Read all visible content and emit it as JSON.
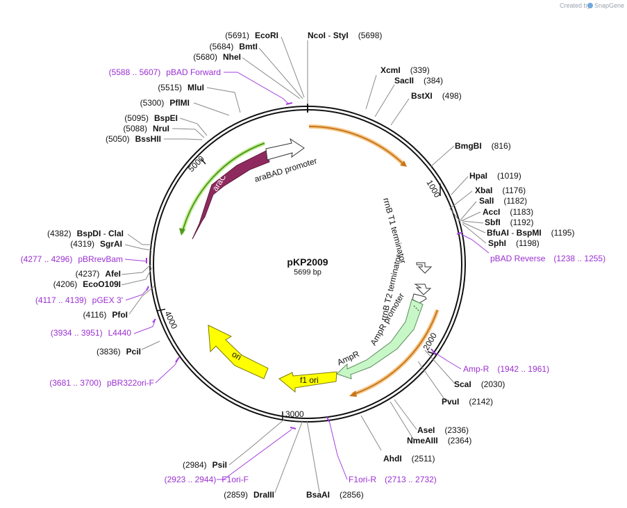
{
  "credit": {
    "created_by": "Created by",
    "app": "SnapGene"
  },
  "plasmid": {
    "name": "pKP2009",
    "length": "5699 bp"
  },
  "ticks": [
    "1000",
    "2000",
    "3000",
    "4000",
    "5000"
  ],
  "features": [
    {
      "key": "arac",
      "label": "araC",
      "color": "#8f2a5e"
    },
    {
      "key": "arabad",
      "label": "araBAD promoter",
      "color": "#ffffff"
    },
    {
      "key": "t1",
      "label": "rrnB T1 terminator",
      "color": "#ffffff"
    },
    {
      "key": "t2",
      "label": "rrnB T2 terminator",
      "color": "#ffffff"
    },
    {
      "key": "amppro",
      "label": "AmpR promoter",
      "color": "#c7f7c7"
    },
    {
      "key": "ampr",
      "label": "AmpR",
      "color": "#c7f7c7"
    },
    {
      "key": "f1",
      "label": "f1 ori",
      "color": "#ffff00"
    },
    {
      "key": "ori",
      "label": "ori",
      "color": "#ffff00"
    }
  ],
  "sites": [
    {
      "key": "ncoi",
      "name": "NcoI",
      "name2": "StyI",
      "pos": "(5698)"
    },
    {
      "key": "ecori",
      "name": "EcoRI",
      "pos": "(5691)"
    },
    {
      "key": "bmti",
      "name": "BmtI",
      "pos": "(5684)"
    },
    {
      "key": "nhei",
      "name": "NheI",
      "pos": "(5680)"
    },
    {
      "key": "mlui",
      "name": "MluI",
      "pos": "(5515)"
    },
    {
      "key": "pflmi",
      "name": "PflMI",
      "pos": "(5300)"
    },
    {
      "key": "bspei",
      "name": "BspEI",
      "pos": "(5095)"
    },
    {
      "key": "nrui",
      "name": "NruI",
      "pos": "(5088)"
    },
    {
      "key": "bsshii",
      "name": "BssHII",
      "pos": "(5050)"
    },
    {
      "key": "xcmi",
      "name": "XcmI",
      "pos": "(339)"
    },
    {
      "key": "sacii",
      "name": "SacII",
      "pos": "(384)"
    },
    {
      "key": "bstxi",
      "name": "BstXI",
      "pos": "(498)"
    },
    {
      "key": "bmgbi",
      "name": "BmgBI",
      "pos": "(816)"
    },
    {
      "key": "hpai",
      "name": "HpaI",
      "pos": "(1019)"
    },
    {
      "key": "xbai",
      "name": "XbaI",
      "pos": "(1176)"
    },
    {
      "key": "sali",
      "name": "SalI",
      "pos": "(1182)"
    },
    {
      "key": "acci",
      "name": "AccI",
      "pos": "(1183)"
    },
    {
      "key": "sbfi",
      "name": "SbfI",
      "pos": "(1192)"
    },
    {
      "key": "bfuai",
      "name": "BfuAI",
      "name2": "BspMI",
      "pos": "(1195)"
    },
    {
      "key": "sphi",
      "name": "SphI",
      "pos": "(1198)"
    },
    {
      "key": "bspdi",
      "name": "BspDI",
      "name2": "ClaI",
      "pos": "(4382)"
    },
    {
      "key": "sgrai",
      "name": "SgrAI",
      "pos": "(4319)"
    },
    {
      "key": "afei",
      "name": "AfeI",
      "pos": "(4237)"
    },
    {
      "key": "eco",
      "name": "EcoO109I",
      "pos": "(4206)"
    },
    {
      "key": "pfoi",
      "name": "PfoI",
      "pos": "(4116)"
    },
    {
      "key": "pcii",
      "name": "PciI",
      "pos": "(3836)"
    },
    {
      "key": "scai",
      "name": "ScaI",
      "pos": "(2030)"
    },
    {
      "key": "pvui",
      "name": "PvuI",
      "pos": "(2142)"
    },
    {
      "key": "asei",
      "name": "AseI",
      "pos": "(2336)"
    },
    {
      "key": "nmeaiii",
      "name": "NmeAIII",
      "pos": "(2364)"
    },
    {
      "key": "ahdi",
      "name": "AhdI",
      "pos": "(2511)"
    },
    {
      "key": "psii",
      "name": "PsiI",
      "pos": "(2984)"
    },
    {
      "key": "draiii",
      "name": "DraIII",
      "pos": "(2859)"
    },
    {
      "key": "bsaai",
      "name": "BsaAI",
      "pos": "(2856)"
    }
  ],
  "primers": [
    {
      "key": "pbadf",
      "name": "pBAD Forward",
      "range": "(5588 .. 5607)"
    },
    {
      "key": "pbadr",
      "name": "pBAD Reverse",
      "range": "(1238 .. 1255)"
    },
    {
      "key": "pbrrev",
      "name": "pBRrevBam",
      "range": "(4277 .. 4296)"
    },
    {
      "key": "pgex",
      "name": "pGEX 3'",
      "range": "(4117 .. 4139)"
    },
    {
      "key": "l4440",
      "name": "L4440",
      "range": "(3934 .. 3951)"
    },
    {
      "key": "pbr322",
      "name": "pBR322ori-F",
      "range": "(3681 .. 3700)"
    },
    {
      "key": "ampr",
      "name": "Amp-R",
      "range": "(1942 .. 1961)"
    },
    {
      "key": "f1orif",
      "name": "F1ori-F",
      "range": "(2923 .. 2944)"
    },
    {
      "key": "f1orir",
      "name": "F1ori-R",
      "range": "(2713 .. 2732)"
    }
  ]
}
